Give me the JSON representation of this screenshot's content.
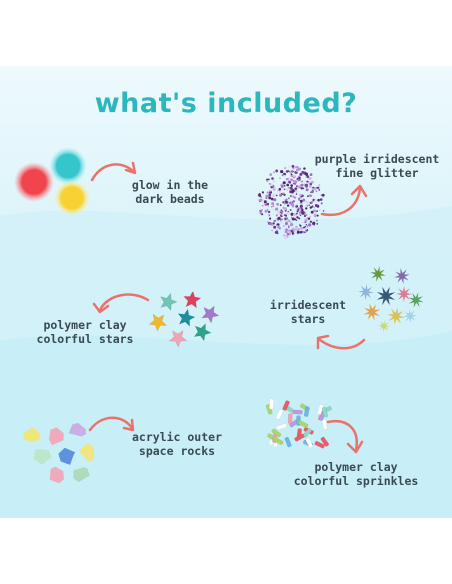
{
  "title": "what's included?",
  "items": [
    {
      "line1": "glow in the",
      "line2": "dark beads",
      "icon": "glow-beads-icon"
    },
    {
      "line1": "purple irridescent",
      "line2": "fine glitter",
      "icon": "glitter-icon"
    },
    {
      "line1": "polymer clay",
      "line2": "colorful stars",
      "icon": "clay-stars-icon"
    },
    {
      "line1": "irridescent",
      "line2": "stars",
      "icon": "irridescent-stars-icon"
    },
    {
      "line1": "acrylic outer",
      "line2": "space rocks",
      "icon": "space-rocks-icon"
    },
    {
      "line1": "polymer clay",
      "line2": "colorful sprinkles",
      "icon": "sprinkles-icon"
    }
  ],
  "colors": {
    "title": "#2bb7bd",
    "arrow": "#e9736a",
    "text": "#3a4a52"
  }
}
